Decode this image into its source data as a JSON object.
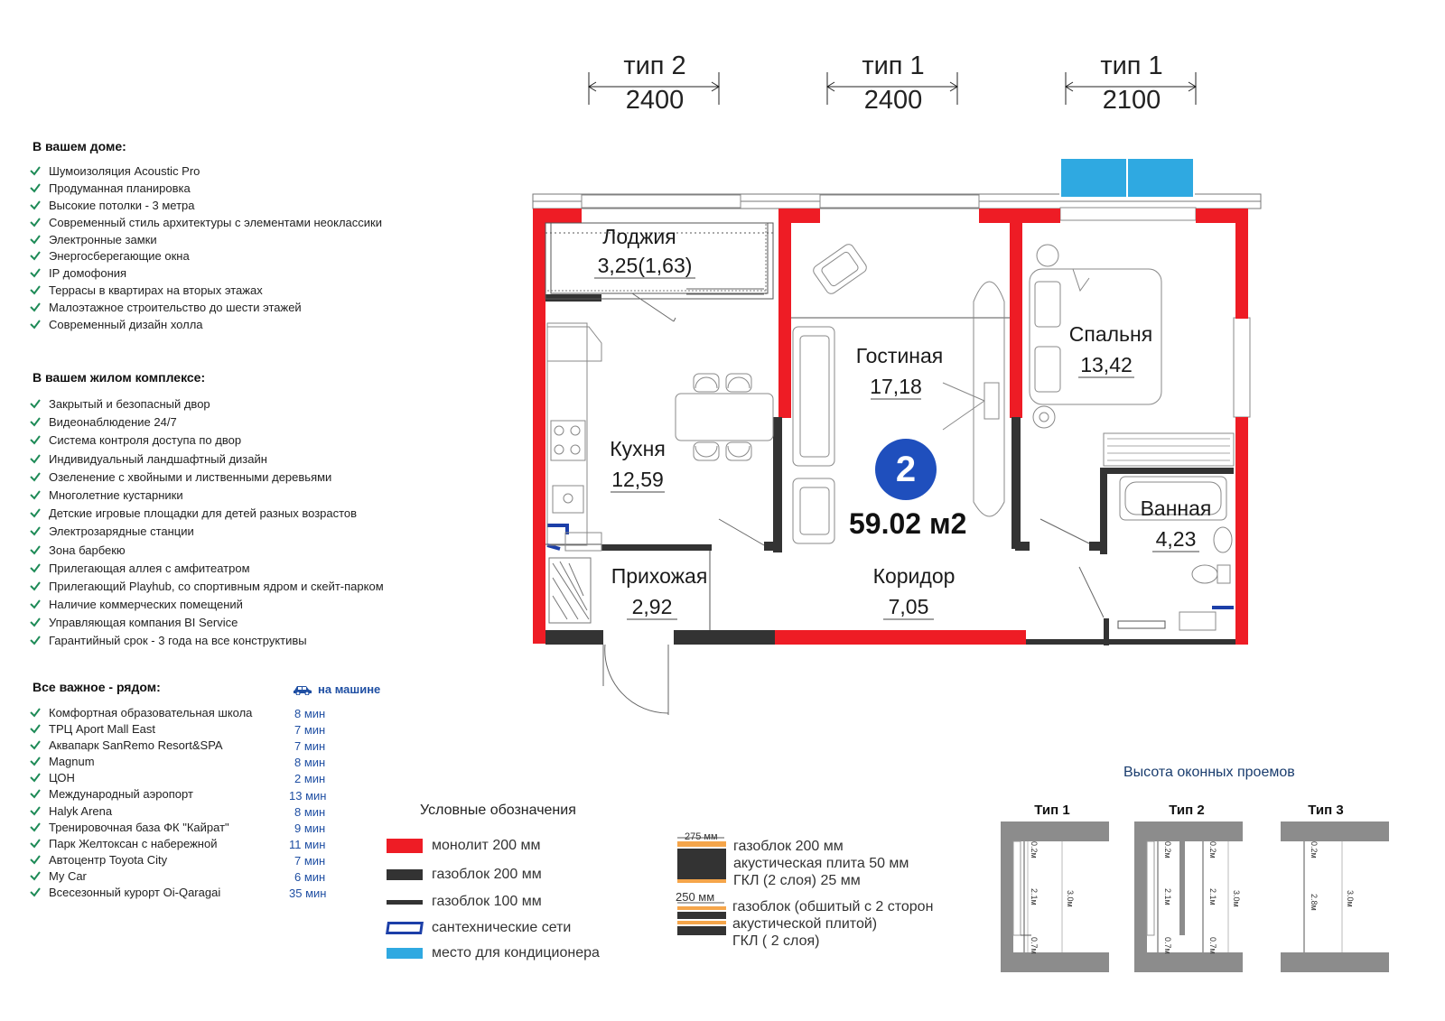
{
  "dimensions": [
    {
      "type": "тип 2",
      "size": "2400"
    },
    {
      "type": "тип 1",
      "size": "2400"
    },
    {
      "type": "тип 1",
      "size": "2100"
    }
  ],
  "home": {
    "title": "В вашем доме:",
    "items": [
      "Шумоизоляция Acoustic Pro",
      "Продуманная планировка",
      "Высокие потолки - 3 метра",
      "Современный стиль архитектуры с элементами неоклассики",
      "Электронные замки",
      "Энергосберегающие окна",
      "IP домофония",
      "Террасы в квартирах на вторых этажах",
      "Малоэтажное строительство до шести этажей",
      "Современный дизайн холла"
    ]
  },
  "complex": {
    "title": "В вашем жилом комплексе:",
    "items": [
      "Закрытый и безопасный двор",
      "Видеонаблюдение 24/7",
      "Система контроля доступа по двор",
      "Индивидуальный ландшафтный дизайн",
      "Озеленение с хвойными и лиственными деревьями",
      "Многолетние кустарники",
      "Детские игровые площадки для детей разных возрастов",
      "Электрозарядные станции",
      "Зона барбекю",
      "Прилегающая аллея с амфитеатром",
      "Прилегающий Playhub, со спортивным ядром и скейт-парком",
      "Наличие коммерческих помещений",
      "Управляющая компания BI Service",
      "Гарантийный срок - 3 года на все конструктивы"
    ]
  },
  "nearby": {
    "title": "Все важное - рядом:",
    "car_label": "на машине",
    "items": [
      {
        "name": "Комфортная образовательная школа",
        "time": "8 мин"
      },
      {
        "name": "ТРЦ Aport Mall East",
        "time": "7 мин"
      },
      {
        "name": "Аквапарк SanRemo Resort&SPA",
        "time": "7 мин"
      },
      {
        "name": "Magnum",
        "time": "8 мин"
      },
      {
        "name": "ЦОН",
        "time": "2 мин"
      },
      {
        "name": "Международный аэропорт",
        "time": "13 мин"
      },
      {
        "name": "Halyk Arena",
        "time": "8 мин"
      },
      {
        "name": "Тренировочная база ФК \"Кайрат\"",
        "time": "9 мин"
      },
      {
        "name": "Парк Желтоксан с набережной",
        "time": "11 мин"
      },
      {
        "name": "Автоцентр Toyota City",
        "time": "7 мин"
      },
      {
        "name": "My Car",
        "time": "6 мин"
      },
      {
        "name": "Всесезонный курорт Oi-Qaragai",
        "time": "35 мин"
      }
    ]
  },
  "plan": {
    "rooms_count": "2",
    "total_area": "59.02 м2",
    "rooms": {
      "loggia": {
        "name": "Лоджия",
        "area": "3,25(1,63)"
      },
      "living": {
        "name": "Гостиная",
        "area": "17,18"
      },
      "bedroom": {
        "name": "Спальня",
        "area": "13,42"
      },
      "kitchen": {
        "name": "Кухня",
        "area": "12,59"
      },
      "bathroom": {
        "name": "Ванная",
        "area": "4,23"
      },
      "hall": {
        "name": "Прихожая",
        "area": "2,92"
      },
      "corridor": {
        "name": "Коридор",
        "area": "7,05"
      }
    }
  },
  "legend": {
    "title": "Условные обозначения",
    "items": [
      {
        "label": "монолит 200 мм",
        "color": "#ee1c25"
      },
      {
        "label": "газоблок 200 мм",
        "color": "#333333"
      },
      {
        "label": "газоблок 100 мм",
        "color": "#333333"
      },
      {
        "label": "сантехнические сети",
        "color": "#1c3fa8"
      },
      {
        "label": "место для кондиционера",
        "color": "#2fa9e1"
      }
    ],
    "acoustic_1": {
      "mm": "275 мм",
      "lines": [
        "газоблок 200 мм",
        "акустическая плита 50 мм",
        "ГКЛ (2 слоя) 25 мм"
      ]
    },
    "acoustic_2": {
      "mm": "250 мм",
      "lines": [
        "газоблок (обшитый с 2 сторон",
        "акустической плитой)",
        "ГКЛ ( 2 слоя)"
      ]
    }
  },
  "windows": {
    "title": "Высота оконных проемов",
    "types": [
      {
        "name": "Тип 1",
        "top": "0.2м",
        "mid": "2.1м",
        "bottom": "0.7м",
        "total": "3.0м"
      },
      {
        "name": "Тип 2",
        "top": "0.2м",
        "mid": "2.1м",
        "bottom": "0.7м",
        "total": "3.0м"
      },
      {
        "name": "Тип 3",
        "top": "0.2м",
        "mid": "2.8м",
        "total": "3.0м"
      }
    ]
  },
  "colors": {
    "monolith": "#ee1c25",
    "gasblock": "#333333",
    "plumbing": "#1c3fa8",
    "ac": "#2fa9e1",
    "accent": "#1f4fbd",
    "check": "#1e8b57"
  }
}
